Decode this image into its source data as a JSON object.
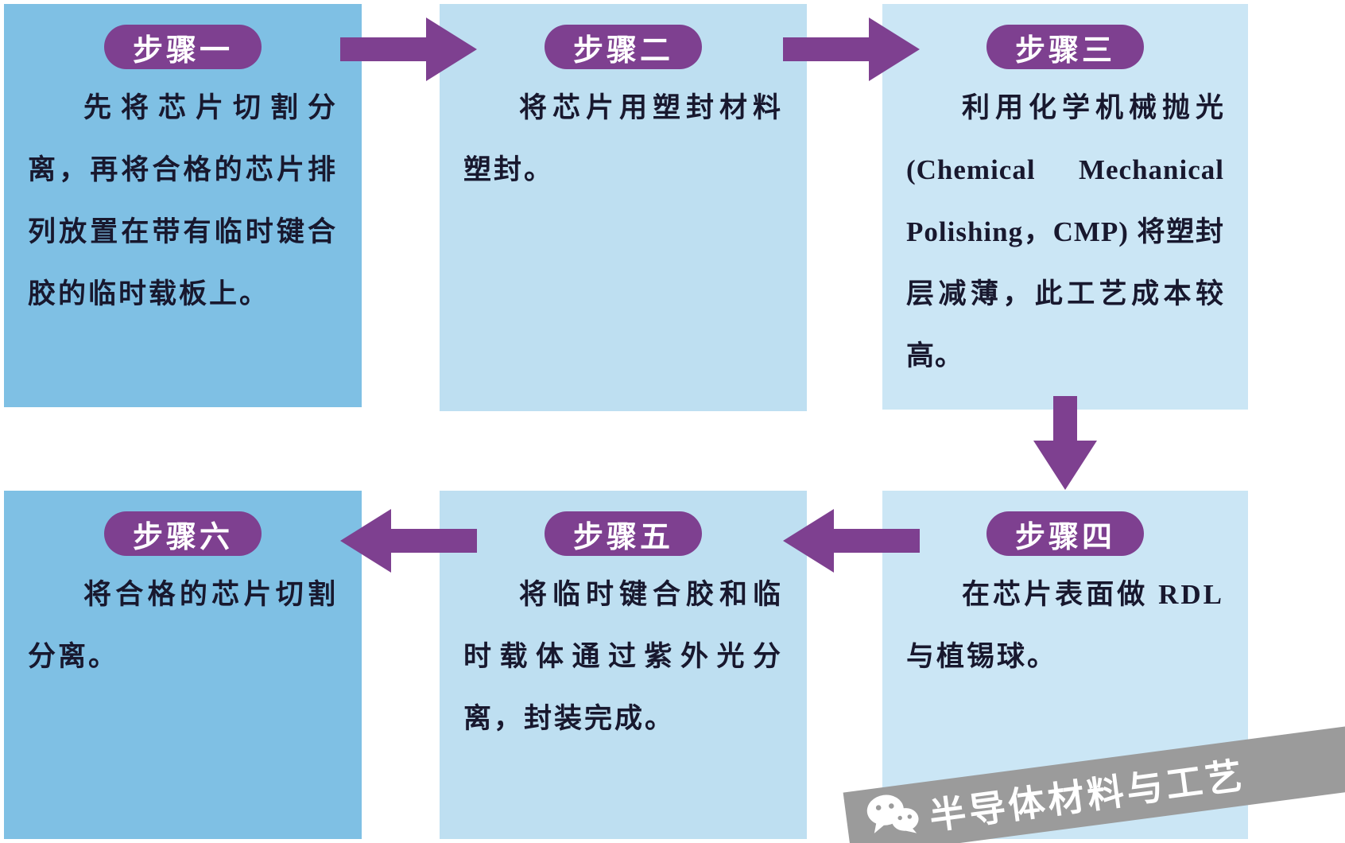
{
  "steps": [
    {
      "label": "步骤一",
      "text": "先将芯片切割分离，再将合格的芯片排列放置在带有临时键合胶的临时载板上。"
    },
    {
      "label": "步骤二",
      "text": "将芯片用塑封材料塑封。"
    },
    {
      "label": "步骤三",
      "text": "利用化学机械抛光 (Chemical Mechanical Polishing，CMP) 将塑封层减薄，此工艺成本较高。"
    },
    {
      "label": "步骤四",
      "text": "在芯片表面做 RDL 与植锡球。"
    },
    {
      "label": "步骤五",
      "text": "将临时键合胶和临时载体通过紫外光分离，封装完成。"
    },
    {
      "label": "步骤六",
      "text": "将合格的芯片切割分离。"
    }
  ],
  "watermark": {
    "text": "半导体材料与工艺",
    "icon": "wechat-icon"
  },
  "colors": {
    "box_dark": "#7fc0e4",
    "box_light": "#bedff1",
    "box_lighter": "#cbe6f5",
    "accent_purple": "#7e4090",
    "text": "#18182e",
    "watermark_bg": "#9b9b9b",
    "background": "#ffffff"
  }
}
